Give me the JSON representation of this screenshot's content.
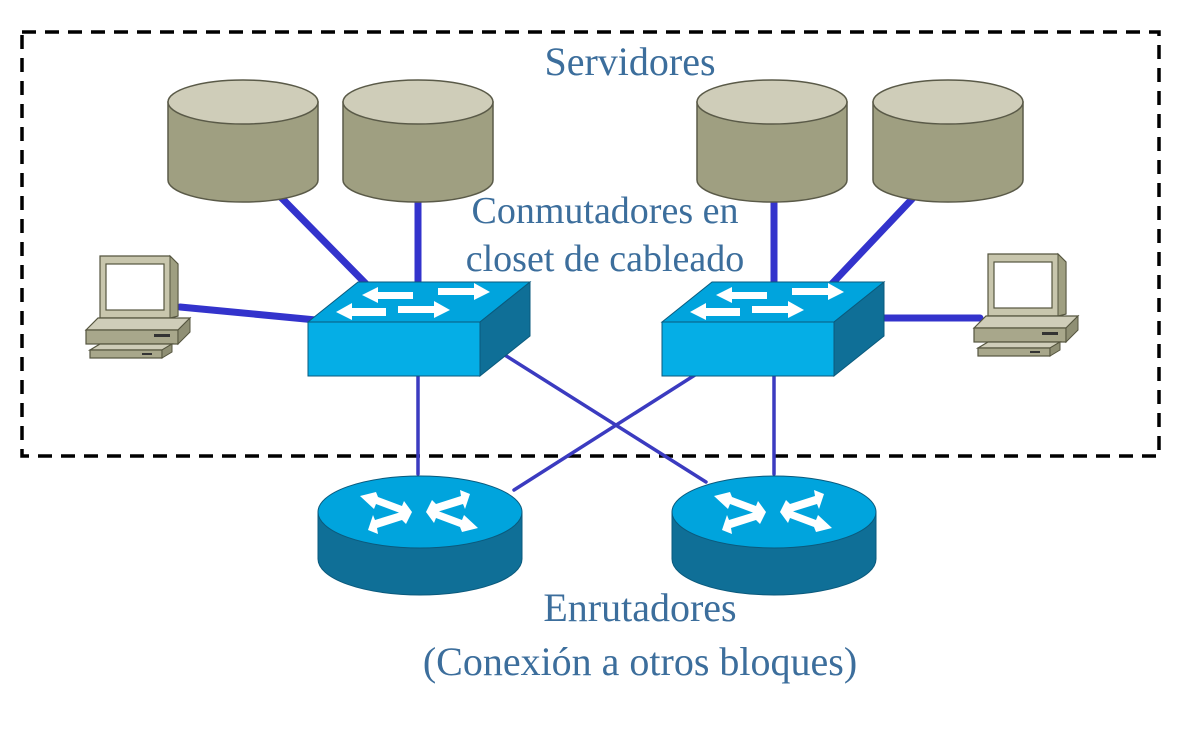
{
  "diagram": {
    "server_area_label": "Servidores",
    "switch_label_line1": "Conmutadores en",
    "switch_label_line2": "closet  de cableado",
    "router_label_line1": "Enrutadores",
    "router_label_line2": "(Conexión a otros bloques)"
  },
  "colors": {
    "server_top": "#cfcdb9",
    "server_body": "#9f9f81",
    "device_blue": "#00a4dd",
    "device_blue_dark": "#0f6f97",
    "link_thick": "#3333cc",
    "link_thin": "#3b3bc0",
    "label_text": "#3c6e9c",
    "dashed_border": "#000000"
  },
  "icons": [
    "database-server-icon",
    "workstation-icon",
    "switch-icon",
    "router-icon"
  ]
}
